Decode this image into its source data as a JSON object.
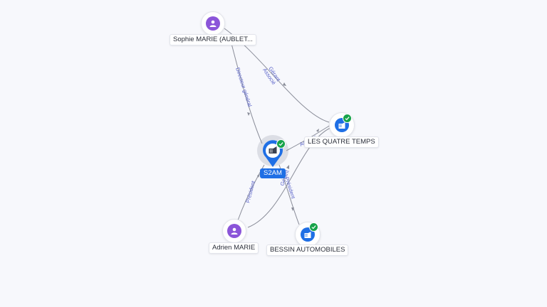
{
  "nodes": {
    "sophie": {
      "label": "Sophie MARIE (AUBLET...",
      "kind": "person"
    },
    "adrien": {
      "label": "Adrien MARIE",
      "kind": "person"
    },
    "s2am": {
      "label": "S2AM",
      "kind": "company-main",
      "verified": true
    },
    "quatre": {
      "label": "LES QUATRE TEMPS",
      "kind": "company",
      "verified": true
    },
    "bessin": {
      "label": "BESSIN AUTOMOBILES",
      "kind": "company",
      "verified": true
    }
  },
  "edges": [
    {
      "from": "sophie",
      "to": "quatre",
      "label": "Gérant\nAssocié"
    },
    {
      "from": "sophie",
      "to": "s2am",
      "label": "Directeur général"
    },
    {
      "from": "adrien",
      "to": "s2am",
      "label": "Président"
    },
    {
      "from": "adrien",
      "to": "quatre",
      "label": "Gérant"
    },
    {
      "from": "s2am",
      "to": "quatre",
      "label": "Associé"
    },
    {
      "from": "s2am",
      "to": "bessin",
      "label": "Président"
    }
  ],
  "colors": {
    "person": "#8b55d9",
    "company": "#1f6fe5",
    "verified": "#17a34a",
    "edge_label": "#5a63c9",
    "edge_line": "#8a8d99"
  },
  "icons": {
    "person": "person-icon",
    "company": "building-icon",
    "verified": "check-icon",
    "main_marker": "map-pin-icon"
  }
}
